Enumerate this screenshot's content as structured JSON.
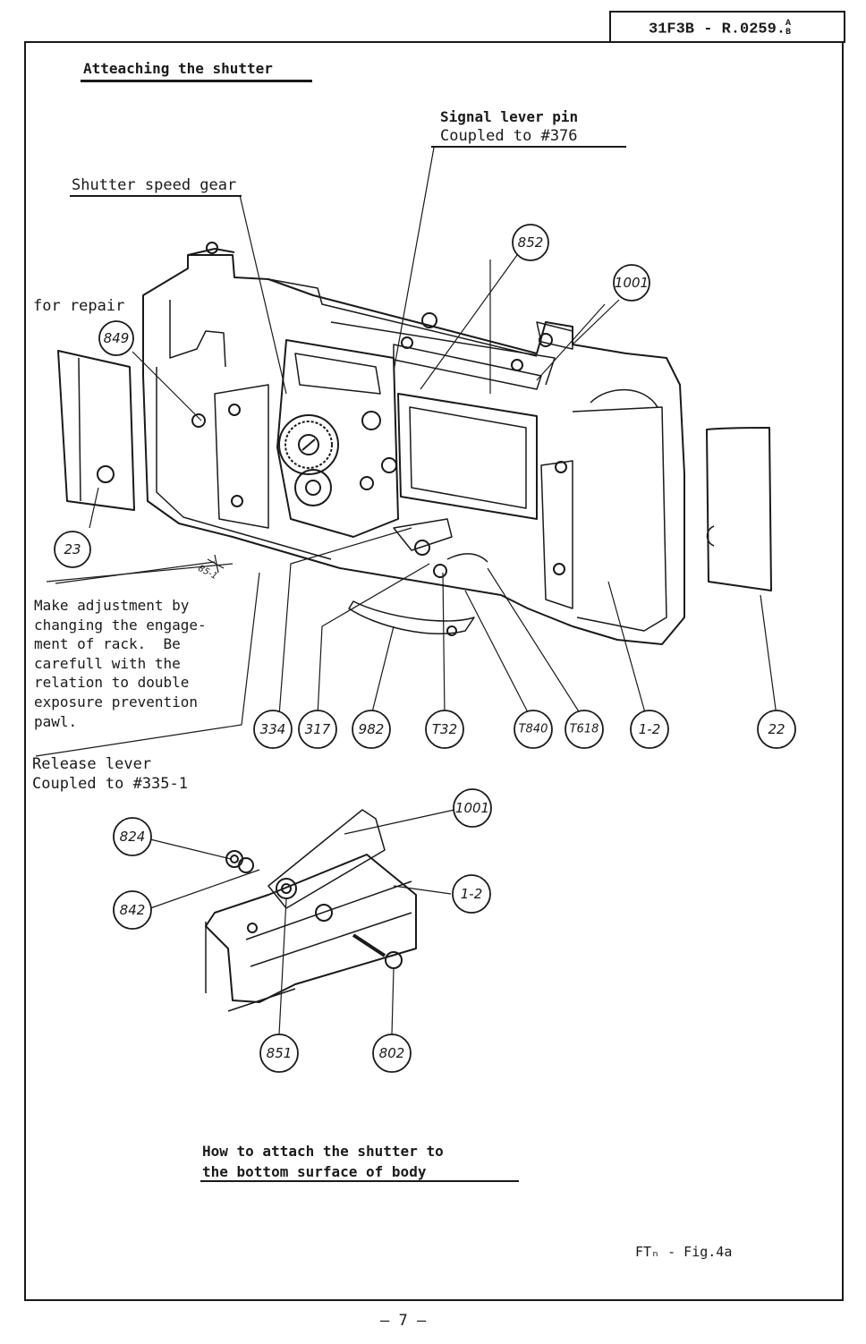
{
  "header": {
    "doc_code": "31F3B - R.0259.",
    "sup": "A",
    "sub": "B"
  },
  "section_title": "Atteaching the shutter",
  "labels": {
    "signal_lever_pin": "Signal lever pin",
    "signal_coupled": "Coupled to #376",
    "shutter_speed_gear": "Shutter speed gear",
    "for_repair": "for repair",
    "rack_mark": "85-1"
  },
  "adjust_note": [
    "Make adjustment by",
    "changing the engage-",
    "ment of rack.  Be",
    "carefull with the",
    "relation to double",
    "exposure prevention",
    "pawl."
  ],
  "release_lever": {
    "line1": "Release lever",
    "line2": "Coupled to #335-1"
  },
  "parts_top": [
    "852",
    "1001",
    "849",
    "23",
    "334",
    "317",
    "982",
    "T32",
    "T840",
    "T618",
    "1-2",
    "22"
  ],
  "parts_bottom": [
    "1001",
    "824",
    "1-2",
    "842",
    "851",
    "802"
  ],
  "caption": {
    "line1": "How to attach the shutter to",
    "line2": "the bottom surface of body"
  },
  "figure_ref": "FTₙ - Fig.4a",
  "page_number": "—   7   —"
}
